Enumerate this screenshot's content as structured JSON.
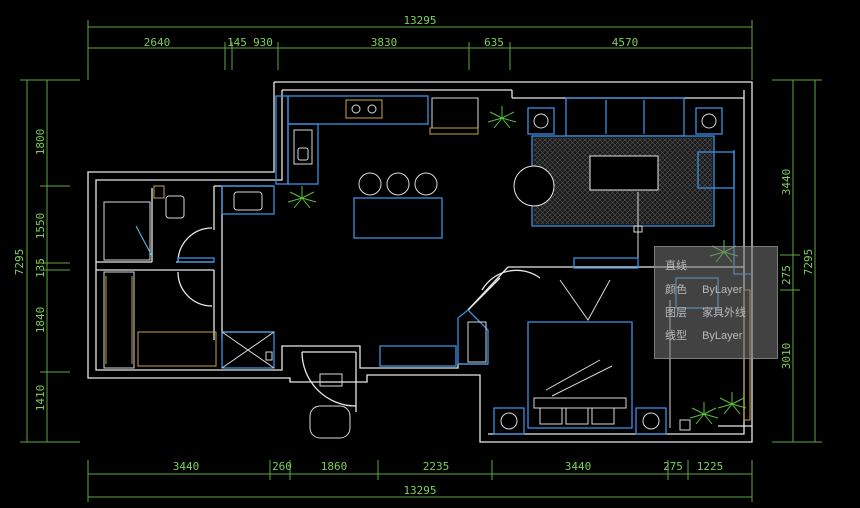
{
  "drawing": {
    "dims_top_total": "13295",
    "dims_top": [
      "2640",
      "145",
      "930",
      "3830",
      "635",
      "4570"
    ],
    "dims_bottom": [
      "3440",
      "260",
      "1860",
      "2235",
      "3440",
      "275",
      "1225"
    ],
    "dims_bottom_total": "13295",
    "dims_left": [
      "1800",
      "1550",
      "135",
      "1840",
      "1410"
    ],
    "dims_left_total": "7295",
    "dims_right": [
      "3440",
      "275",
      "3010"
    ],
    "dims_right_total": "7295"
  },
  "tooltip": {
    "rows": [
      {
        "label": "直线",
        "value": ""
      },
      {
        "label": "颜色",
        "value": "ByLayer"
      },
      {
        "label": "图层",
        "value": "家具外线"
      },
      {
        "label": "线型",
        "value": "ByLayer"
      }
    ]
  },
  "colors": {
    "background": "#000000",
    "dimension": "#7dd05a",
    "wall": "#e8e8e8",
    "furniture": "#3a8fe0",
    "tooltip_bg": "#787878"
  }
}
